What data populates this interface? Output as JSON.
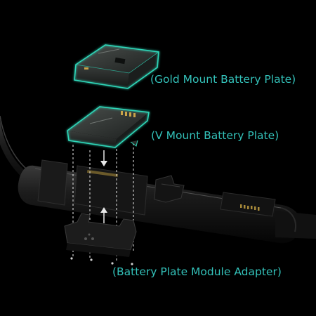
{
  "labels": {
    "gold_mount": "(Gold Mount Battery Plate)",
    "v_mount": "(V Mount Battery Plate)",
    "adapter": "(Battery Plate Module Adapter)"
  },
  "colors": {
    "background": "#000000",
    "label_teal": "#33c1b9",
    "plate_glow": "#2fd6b8",
    "plate_body": "#2a2d2b"
  }
}
